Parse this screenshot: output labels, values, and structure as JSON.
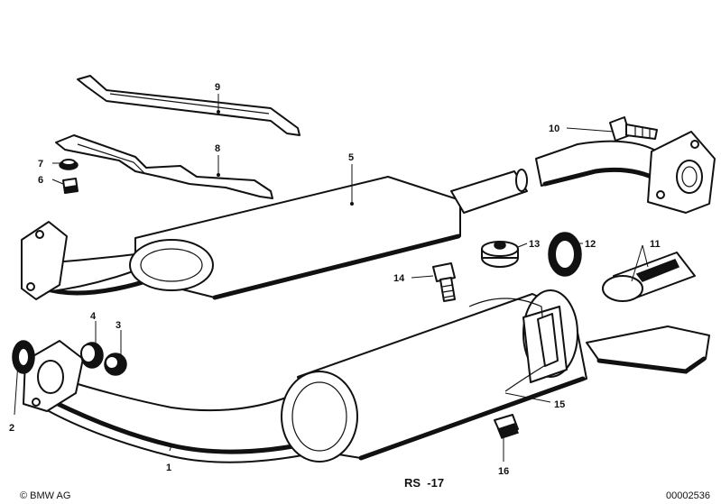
{
  "callouts": {
    "c1": "1",
    "c2": "2",
    "c3": "3",
    "c4": "4",
    "c5": "5",
    "c6": "6",
    "c7": "7",
    "c8": "8",
    "c9": "9",
    "c10": "10",
    "c11": "11",
    "c12": "12",
    "c13": "13",
    "c14": "14",
    "c15": "15",
    "c16": "16"
  },
  "diagram_code": "RS  -17",
  "footer": {
    "copyright": "© BMW AG",
    "image_number": "00002536"
  },
  "colors": {
    "ink": "#111111",
    "background": "#ffffff"
  }
}
